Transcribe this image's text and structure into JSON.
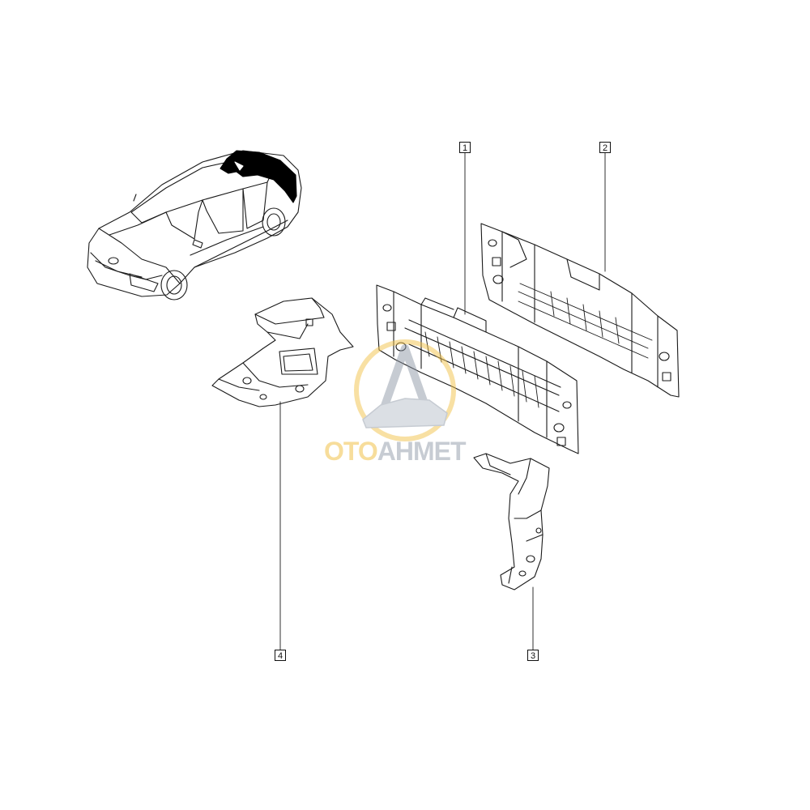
{
  "callouts": [
    {
      "label": "1"
    },
    {
      "label": "2"
    },
    {
      "label": "3"
    },
    {
      "label": "4"
    }
  ],
  "watermark": {
    "part_a": "OTO",
    "part_b": "AHMET",
    "color_a": "#f2c24a",
    "color_b": "#9aa4b0"
  },
  "colors": {
    "line": "#1a1a1a",
    "highlight": "#000000",
    "background": "#ffffff"
  }
}
